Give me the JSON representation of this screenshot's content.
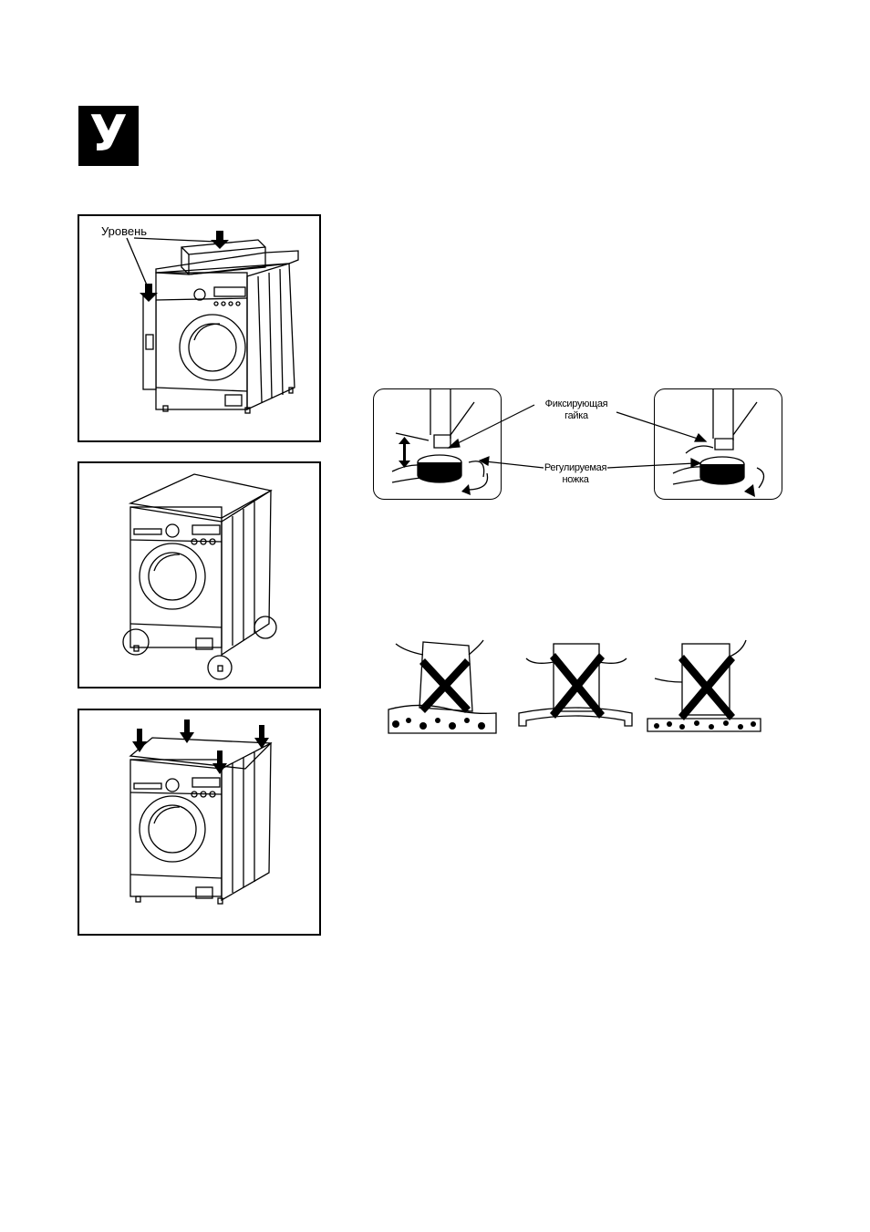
{
  "section_badge": "У",
  "panel1": {
    "level_label": "Уровень"
  },
  "adjust_diagram": {
    "lock_nut_label": "Фиксирующая гайка",
    "adjustable_foot_label": "Регулируемая ножка"
  },
  "colors": {
    "ink": "#000000",
    "paper": "#ffffff"
  }
}
